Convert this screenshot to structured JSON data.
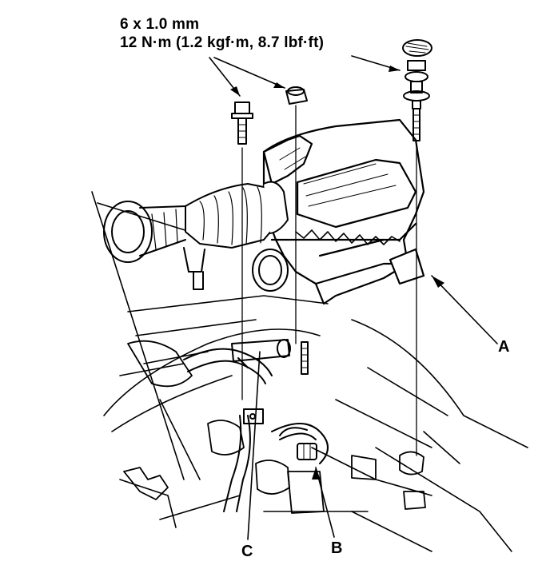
{
  "spec": {
    "bolt_size": "6 x 1.0 mm",
    "torque": "12 N·m (1.2 kgf·m, 8.7 lbf·ft)"
  },
  "callouts": {
    "a": "A",
    "b": "B",
    "c": "C"
  },
  "colors": {
    "ink": "#000000",
    "paper": "#ffffff"
  }
}
